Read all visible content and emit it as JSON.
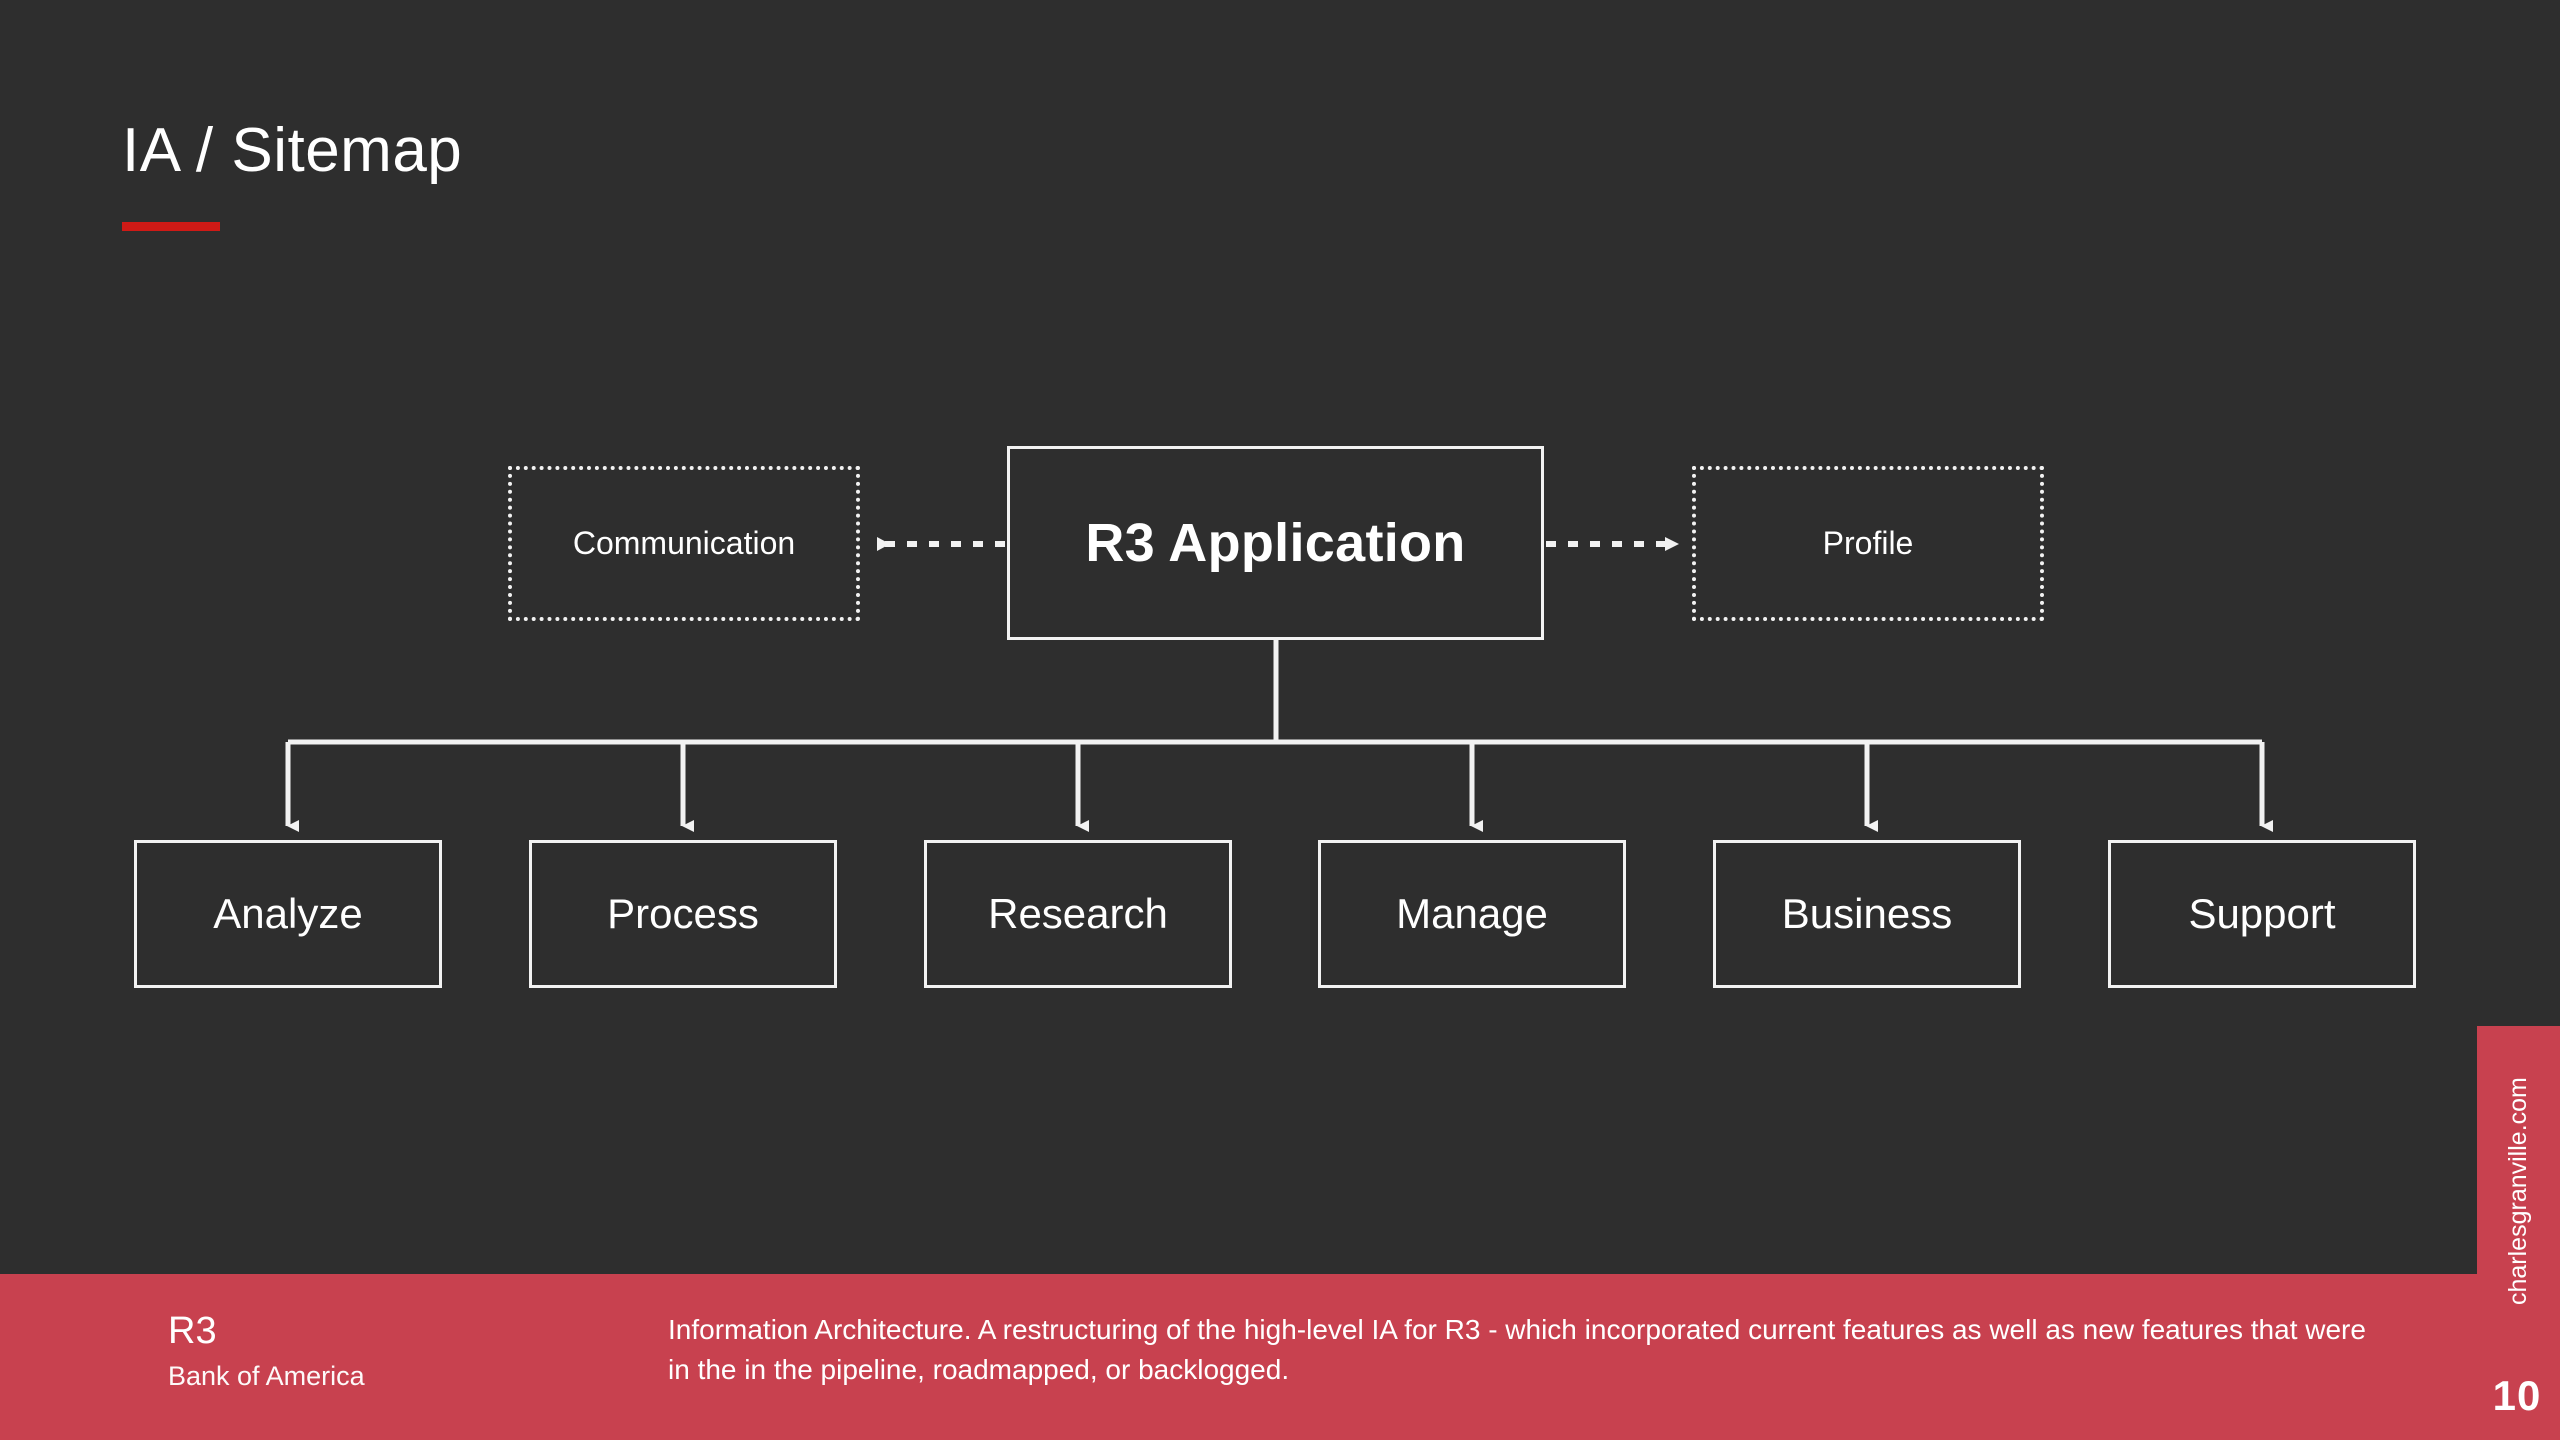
{
  "slide": {
    "title": "IA / Sitemap",
    "page_number": "10",
    "background_color": "#2e2e2e",
    "accent_color": "#cf1a16",
    "footer_color": "#c8414f",
    "line_color": "#f2f2f2"
  },
  "diagram": {
    "root": {
      "label": "R3 Application",
      "border_style": "solid"
    },
    "side_nodes": [
      {
        "label": "Communication",
        "border_style": "dotted",
        "position": "left",
        "connector": "dotted-arrow-left"
      },
      {
        "label": "Profile",
        "border_style": "dotted",
        "position": "right",
        "connector": "dotted-arrow-right"
      }
    ],
    "children": [
      {
        "label": "Analyze",
        "border_style": "solid"
      },
      {
        "label": "Process",
        "border_style": "solid"
      },
      {
        "label": "Research",
        "border_style": "solid"
      },
      {
        "label": "Manage",
        "border_style": "solid"
      },
      {
        "label": "Business",
        "border_style": "solid"
      },
      {
        "label": "Support",
        "border_style": "solid"
      }
    ]
  },
  "footer": {
    "brand_main": "R3",
    "brand_sub": "Bank of America",
    "description": "Information Architecture. A restructuring of the high-level IA for R3 - which incorporated current features as well as new features that were in the in the pipeline, roadmapped, or backlogged."
  },
  "sidebar": {
    "url": "charlesgranville.com"
  }
}
